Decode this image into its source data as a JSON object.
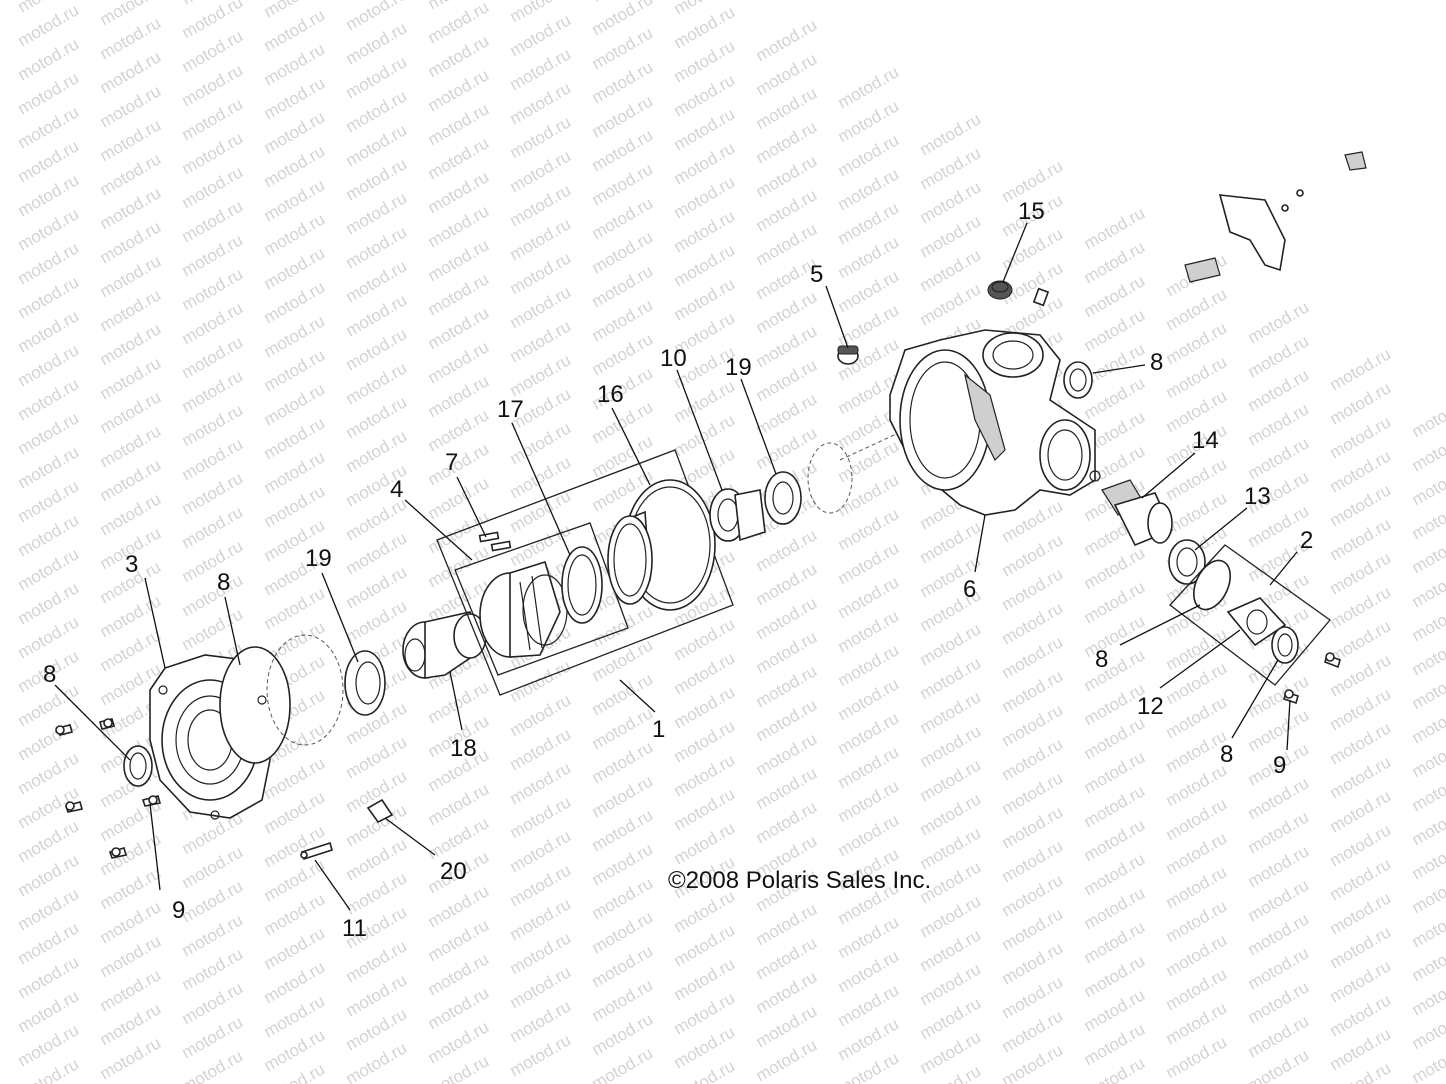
{
  "watermark": {
    "text": "motod.ru"
  },
  "copyright": "©2008  Polaris Sales Inc.",
  "callouts": [
    {
      "id": "c1",
      "text": "1"
    },
    {
      "id": "c2",
      "text": "2"
    },
    {
      "id": "c3",
      "text": "3"
    },
    {
      "id": "c4",
      "text": "4"
    },
    {
      "id": "c5",
      "text": "5"
    },
    {
      "id": "c6",
      "text": "6"
    },
    {
      "id": "c7",
      "text": "7"
    },
    {
      "id": "c8a",
      "text": "8"
    },
    {
      "id": "c8b",
      "text": "8"
    },
    {
      "id": "c8c",
      "text": "8"
    },
    {
      "id": "c8d",
      "text": "8"
    },
    {
      "id": "c8e",
      "text": "8"
    },
    {
      "id": "c9a",
      "text": "9"
    },
    {
      "id": "c9b",
      "text": "9"
    },
    {
      "id": "c10",
      "text": "10"
    },
    {
      "id": "c11",
      "text": "11"
    },
    {
      "id": "c12",
      "text": "12"
    },
    {
      "id": "c13",
      "text": "13"
    },
    {
      "id": "c14",
      "text": "14"
    },
    {
      "id": "c15",
      "text": "15"
    },
    {
      "id": "c16",
      "text": "16"
    },
    {
      "id": "c17",
      "text": "17"
    },
    {
      "id": "c18",
      "text": "18"
    },
    {
      "id": "c19a",
      "text": "19"
    },
    {
      "id": "c19b",
      "text": "19"
    },
    {
      "id": "c20",
      "text": "20"
    }
  ]
}
